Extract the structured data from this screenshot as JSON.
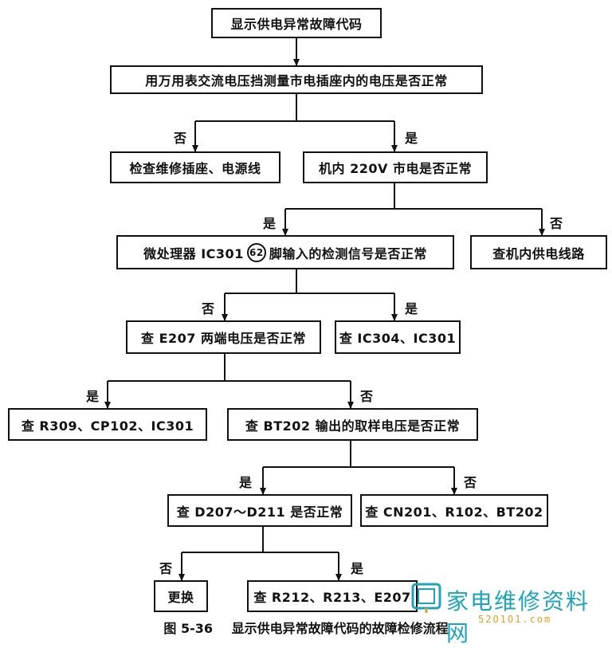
{
  "nodes": {
    "n1": "显示供电异常故障代码",
    "n2": "用万用表交流电压挡测量市电插座内的电压是否正常",
    "n3": "检查维修插座、电源线",
    "n4": "机内 220V 市电是否正常",
    "n5_pre": "微处理器 IC301",
    "n5_circle": "62",
    "n5_post": "脚输入的检测信号是否正常",
    "n6": "查机内供电线路",
    "n7": "查 E207 两端电压是否正常",
    "n8": "查 IC304、IC301",
    "n9": "查 R309、CP102、IC301",
    "n10": "查 BT202 输出的取样电压是否正常",
    "n11": "查 D207～D211 是否正常",
    "n12": "查 CN201、R102、BT202",
    "n13": "更换",
    "n14": "查 R212、R213、E207"
  },
  "labels": {
    "yes": "是",
    "no": "否"
  },
  "caption": {
    "number": "图 5-36",
    "text": "显示供电异常故障代码的故障检修流程"
  },
  "watermark": {
    "text": "家电维修资料网",
    "url": "52O1O1.com"
  },
  "colors": {
    "ink": "#111111",
    "watermark_text": "#1fa3b8",
    "watermark_url": "#e0a020"
  }
}
